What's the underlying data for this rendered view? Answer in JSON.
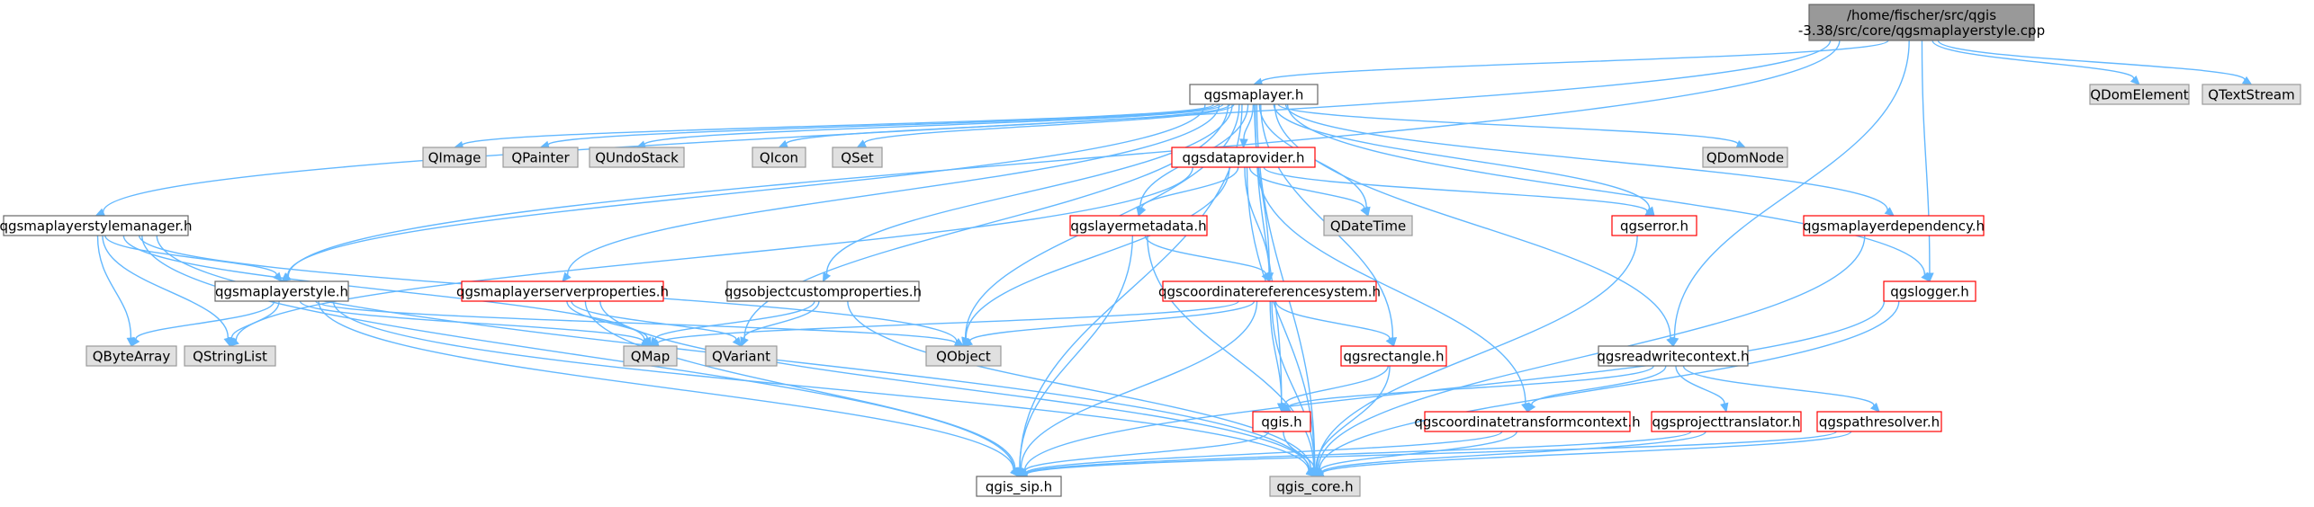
{
  "colors": {
    "edge": "#63b8ff",
    "root_fill": "#999999",
    "external_fill": "#e0e0e0",
    "external_stroke": "#999999",
    "linked_stroke": "#ff0000",
    "plain_stroke": "#666666",
    "node_fill": "#ffffff"
  },
  "nodes": [
    {
      "id": "root",
      "kind": "root",
      "lines": [
        "/home/fischer/src/qgis",
        "-3.38/src/core/qgsmaplayerstyle.cpp"
      ]
    },
    {
      "id": "qgsmaplayer_h",
      "kind": "plain",
      "lines": [
        "qgsmaplayer.h"
      ]
    },
    {
      "id": "QDomElement",
      "kind": "external",
      "lines": [
        "QDomElement"
      ]
    },
    {
      "id": "QTextStream",
      "kind": "external",
      "lines": [
        "QTextStream"
      ]
    },
    {
      "id": "QImage",
      "kind": "external",
      "lines": [
        "QImage"
      ]
    },
    {
      "id": "QPainter",
      "kind": "external",
      "lines": [
        "QPainter"
      ]
    },
    {
      "id": "QUndoStack",
      "kind": "external",
      "lines": [
        "QUndoStack"
      ]
    },
    {
      "id": "QIcon",
      "kind": "external",
      "lines": [
        "QIcon"
      ]
    },
    {
      "id": "QSet",
      "kind": "external",
      "lines": [
        "QSet"
      ]
    },
    {
      "id": "qgsdataprovider_h",
      "kind": "linked",
      "lines": [
        "qgsdataprovider.h"
      ]
    },
    {
      "id": "QDomNode",
      "kind": "external",
      "lines": [
        "QDomNode"
      ]
    },
    {
      "id": "qgsmaplayerstylemanager_h",
      "kind": "plain",
      "lines": [
        "qgsmaplayerstylemanager.h"
      ]
    },
    {
      "id": "qgslayermetadata_h",
      "kind": "linked",
      "lines": [
        "qgslayermetadata.h"
      ]
    },
    {
      "id": "QDateTime",
      "kind": "external",
      "lines": [
        "QDateTime"
      ]
    },
    {
      "id": "qgserror_h",
      "kind": "linked",
      "lines": [
        "qgserror.h"
      ]
    },
    {
      "id": "qgsmaplayerdependency_h",
      "kind": "linked",
      "lines": [
        "qgsmaplayerdependency.h"
      ]
    },
    {
      "id": "qgsmaplayerstyle_h",
      "kind": "plain",
      "lines": [
        "qgsmaplayerstyle.h"
      ]
    },
    {
      "id": "qgsmaplayerserverproperties_h",
      "kind": "linked",
      "lines": [
        "qgsmaplayerserverproperties.h"
      ]
    },
    {
      "id": "qgsobjectcustomproperties_h",
      "kind": "plain",
      "lines": [
        "qgsobjectcustomproperties.h"
      ]
    },
    {
      "id": "qgscoordinatereferencesystem_h",
      "kind": "linked",
      "lines": [
        "qgscoordinatereferencesystem.h"
      ]
    },
    {
      "id": "qgslogger_h",
      "kind": "linked",
      "lines": [
        "qgslogger.h"
      ]
    },
    {
      "id": "QByteArray",
      "kind": "external",
      "lines": [
        "QByteArray"
      ]
    },
    {
      "id": "QStringList",
      "kind": "external",
      "lines": [
        "QStringList"
      ]
    },
    {
      "id": "QMap",
      "kind": "external",
      "lines": [
        "QMap"
      ]
    },
    {
      "id": "QVariant",
      "kind": "external",
      "lines": [
        "QVariant"
      ]
    },
    {
      "id": "QObject",
      "kind": "external",
      "lines": [
        "QObject"
      ]
    },
    {
      "id": "qgsrectangle_h",
      "kind": "linked",
      "lines": [
        "qgsrectangle.h"
      ]
    },
    {
      "id": "qgsreadwritecontext_h",
      "kind": "plain",
      "lines": [
        "qgsreadwritecontext.h"
      ]
    },
    {
      "id": "qgis_h",
      "kind": "linked",
      "lines": [
        "qgis.h"
      ]
    },
    {
      "id": "qgscoordinatetransformcontext_h",
      "kind": "linked",
      "lines": [
        "qgscoordinatetransformcontext.h"
      ]
    },
    {
      "id": "qgsprojecttranslator_h",
      "kind": "linked",
      "lines": [
        "qgsprojecttranslator.h"
      ]
    },
    {
      "id": "qgspathresolver_h",
      "kind": "linked",
      "lines": [
        "qgspathresolver.h"
      ]
    },
    {
      "id": "qgis_sip_h",
      "kind": "plain",
      "lines": [
        "qgis_sip.h"
      ]
    },
    {
      "id": "qgis_core_h",
      "kind": "external",
      "lines": [
        "qgis_core.h"
      ]
    }
  ],
  "edges": [
    [
      "root",
      "qgsmaplayer_h"
    ],
    [
      "root",
      "QDomElement"
    ],
    [
      "root",
      "QTextStream"
    ],
    [
      "root",
      "qgsmaplayerstylemanager_h"
    ],
    [
      "root",
      "qgsmaplayerstyle_h"
    ],
    [
      "root",
      "qgslogger_h"
    ],
    [
      "root",
      "qgsreadwritecontext_h"
    ],
    [
      "qgsmaplayer_h",
      "QImage"
    ],
    [
      "qgsmaplayer_h",
      "QPainter"
    ],
    [
      "qgsmaplayer_h",
      "QUndoStack"
    ],
    [
      "qgsmaplayer_h",
      "QIcon"
    ],
    [
      "qgsmaplayer_h",
      "QSet"
    ],
    [
      "qgsmaplayer_h",
      "qgsdataprovider_h"
    ],
    [
      "qgsmaplayer_h",
      "QDomNode"
    ],
    [
      "qgsmaplayer_h",
      "qgslayermetadata_h"
    ],
    [
      "qgsmaplayer_h",
      "QDateTime"
    ],
    [
      "qgsmaplayer_h",
      "qgserror_h"
    ],
    [
      "qgsmaplayer_h",
      "qgsmaplayerdependency_h"
    ],
    [
      "qgsmaplayer_h",
      "qgsmaplayerstyle_h"
    ],
    [
      "qgsmaplayer_h",
      "qgsmaplayerserverproperties_h"
    ],
    [
      "qgsmaplayer_h",
      "qgsobjectcustomproperties_h"
    ],
    [
      "qgsmaplayer_h",
      "qgscoordinatereferencesystem_h"
    ],
    [
      "qgsmaplayer_h",
      "qgslogger_h"
    ],
    [
      "qgsmaplayer_h",
      "QObject"
    ],
    [
      "qgsmaplayer_h",
      "QVariant"
    ],
    [
      "qgsmaplayer_h",
      "qgsrectangle_h"
    ],
    [
      "qgsmaplayer_h",
      "qgsreadwritecontext_h"
    ],
    [
      "qgsmaplayer_h",
      "qgis_h"
    ],
    [
      "qgsmaplayer_h",
      "qgis_sip_h"
    ],
    [
      "qgsmaplayer_h",
      "qgis_core_h"
    ],
    [
      "qgsdataprovider_h",
      "qgslayermetadata_h"
    ],
    [
      "qgsdataprovider_h",
      "QDateTime"
    ],
    [
      "qgsdataprovider_h",
      "qgserror_h"
    ],
    [
      "qgsdataprovider_h",
      "QStringList"
    ],
    [
      "qgsdataprovider_h",
      "QObject"
    ],
    [
      "qgsdataprovider_h",
      "qgscoordinatereferencesystem_h"
    ],
    [
      "qgsdataprovider_h",
      "qgscoordinatetransformcontext_h"
    ],
    [
      "qgsdataprovider_h",
      "qgis_core_h"
    ],
    [
      "qgsmaplayerstylemanager_h",
      "qgsmaplayerstyle_h"
    ],
    [
      "qgsmaplayerstylemanager_h",
      "QByteArray"
    ],
    [
      "qgsmaplayerstylemanager_h",
      "QStringList"
    ],
    [
      "qgsmaplayerstylemanager_h",
      "QMap"
    ],
    [
      "qgsmaplayerstylemanager_h",
      "QObject"
    ],
    [
      "qgsmaplayerstylemanager_h",
      "qgis_sip_h"
    ],
    [
      "qgsmaplayerstylemanager_h",
      "qgis_core_h"
    ],
    [
      "qgslayermetadata_h",
      "qgscoordinatereferencesystem_h"
    ],
    [
      "qgslayermetadata_h",
      "qgis_sip_h"
    ],
    [
      "qgslayermetadata_h",
      "qgis_core_h"
    ],
    [
      "qgserror_h",
      "qgis_core_h"
    ],
    [
      "qgsmaplayerdependency_h",
      "qgis_core_h"
    ],
    [
      "qgsmaplayerstyle_h",
      "QByteArray"
    ],
    [
      "qgsmaplayerstyle_h",
      "QStringList"
    ],
    [
      "qgsmaplayerstyle_h",
      "QMap"
    ],
    [
      "qgsmaplayerstyle_h",
      "QObject"
    ],
    [
      "qgsmaplayerstyle_h",
      "qgis_sip_h"
    ],
    [
      "qgsmaplayerstyle_h",
      "qgis_core_h"
    ],
    [
      "qgsmaplayerserverproperties_h",
      "QMap"
    ],
    [
      "qgsmaplayerserverproperties_h",
      "QVariant"
    ],
    [
      "qgsmaplayerserverproperties_h",
      "qgis_sip_h"
    ],
    [
      "qgsmaplayerserverproperties_h",
      "qgis_core_h"
    ],
    [
      "qgsobjectcustomproperties_h",
      "QMap"
    ],
    [
      "qgsobjectcustomproperties_h",
      "QVariant"
    ],
    [
      "qgsobjectcustomproperties_h",
      "qgis_core_h"
    ],
    [
      "qgscoordinatereferencesystem_h",
      "QMap"
    ],
    [
      "qgscoordinatereferencesystem_h",
      "QObject"
    ],
    [
      "qgscoordinatereferencesystem_h",
      "qgsrectangle_h"
    ],
    [
      "qgscoordinatereferencesystem_h",
      "qgis_h"
    ],
    [
      "qgscoordinatereferencesystem_h",
      "qgis_sip_h"
    ],
    [
      "qgscoordinatereferencesystem_h",
      "qgis_core_h"
    ],
    [
      "qgslogger_h",
      "qgis_sip_h"
    ],
    [
      "qgslogger_h",
      "qgis_core_h"
    ],
    [
      "qgsrectangle_h",
      "qgis_h"
    ],
    [
      "qgsrectangle_h",
      "qgis_core_h"
    ],
    [
      "qgsreadwritecontext_h",
      "qgis_h"
    ],
    [
      "qgsreadwritecontext_h",
      "qgscoordinatetransformcontext_h"
    ],
    [
      "qgsreadwritecontext_h",
      "qgsprojecttranslator_h"
    ],
    [
      "qgsreadwritecontext_h",
      "qgspathresolver_h"
    ],
    [
      "qgis_h",
      "qgis_sip_h"
    ],
    [
      "qgis_h",
      "qgis_core_h"
    ],
    [
      "qgscoordinatetransformcontext_h",
      "qgis_sip_h"
    ],
    [
      "qgscoordinatetransformcontext_h",
      "qgis_core_h"
    ],
    [
      "qgsprojecttranslator_h",
      "qgis_sip_h"
    ],
    [
      "qgsprojecttranslator_h",
      "qgis_core_h"
    ],
    [
      "qgspathresolver_h",
      "qgis_sip_h"
    ],
    [
      "qgspathresolver_h",
      "qgis_core_h"
    ]
  ]
}
